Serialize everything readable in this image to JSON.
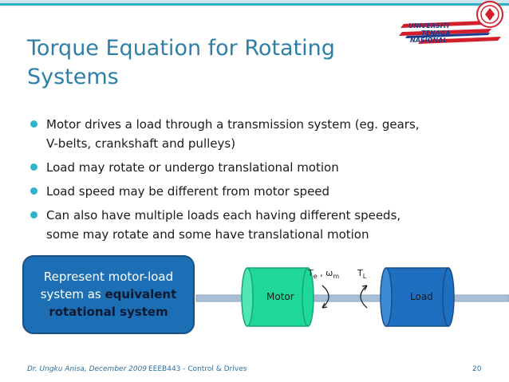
{
  "slide": {
    "title_lines": [
      "Torque Equation for Rotating",
      "Systems"
    ],
    "bullets": [
      {
        "lines": [
          "Motor drives a load through a transmission system (eg. gears,",
          "V-belts, crankshaft and pulleys)"
        ]
      },
      {
        "lines": [
          "Load may rotate or undergo translational motion"
        ]
      },
      {
        "lines": [
          "Load speed may be different from motor speed"
        ]
      },
      {
        "lines": [
          "Can also have multiple loads each having different speeds,",
          "some may rotate and some have translational motion"
        ]
      }
    ],
    "callout": {
      "line1": "Represent motor-load",
      "line2_prefix": "system as ",
      "line2_emphasis": "equivalent",
      "line3_emphasis": "rotational system"
    }
  },
  "diagram": {
    "motor_label": "Motor",
    "load_label": "Load",
    "torque_e": "T",
    "torque_e_sub": "e",
    "separator": " , ",
    "omega": "ω",
    "omega_sub": "m",
    "torque_l": "T",
    "torque_l_sub": "L",
    "motor_color": "#1fd79a",
    "load_color": "#1f6fc0",
    "shaft_color": "#a9bfd6"
  },
  "logo": {
    "line1": "UNIVERSITI",
    "line2": "TENAGA",
    "line3": "NASIONAL"
  },
  "footer": {
    "author": "Dr. Ungku Anisa, December 2009",
    "course": "EEEB443 - Control & Drives",
    "page": "20"
  },
  "colors": {
    "title": "#2e7fa8",
    "bullet": "#2fb3c8",
    "callout_fill": "#1d6fb5",
    "band": "#2fb3c8"
  }
}
